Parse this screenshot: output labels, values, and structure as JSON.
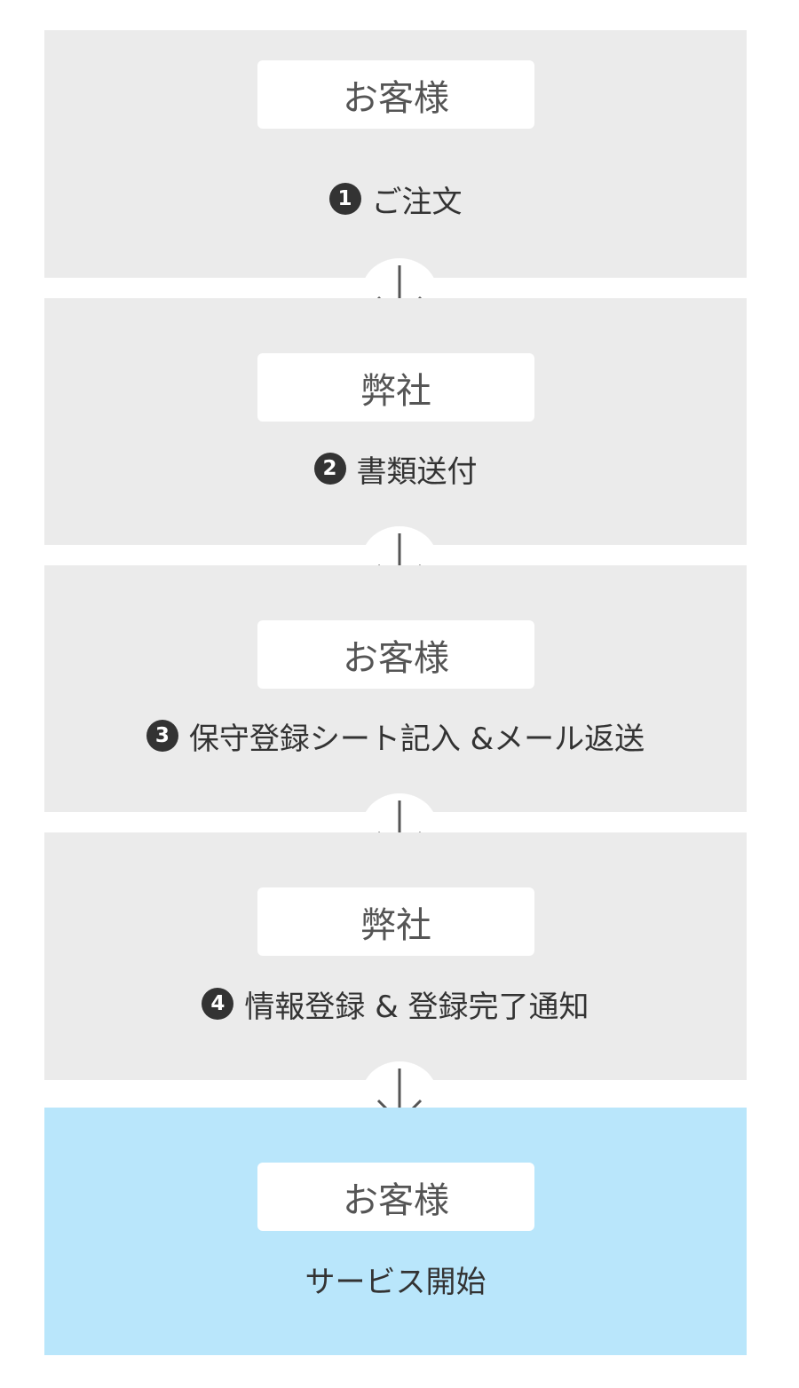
{
  "steps": [
    {
      "role": "お客様",
      "number": "1",
      "action": "ご注文"
    },
    {
      "role": "弊社",
      "number": "2",
      "action": "書類送付"
    },
    {
      "role": "お客様",
      "number": "3",
      "action": "保守登録シート記入 &メール返送"
    },
    {
      "role": "弊社",
      "number": "4",
      "action": "情報登録 & 登録完了通知"
    },
    {
      "role": "お客様",
      "number": "",
      "action": "サービス開始"
    }
  ],
  "arrow_icon": "down-arrow-icon",
  "colors": {
    "step_background": "#ebebeb",
    "final_step_background": "#b9e6fb",
    "role_box": "#ffffff",
    "text": "#333333",
    "number_badge": "#333333"
  }
}
